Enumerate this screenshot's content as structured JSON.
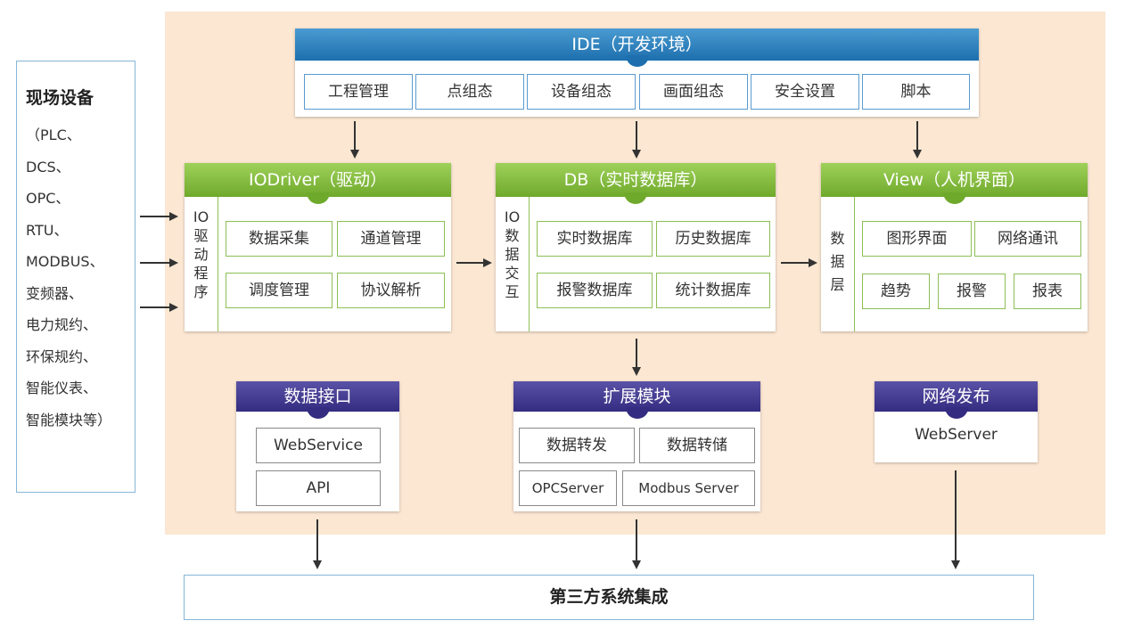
{
  "devices": {
    "title": "现场设备",
    "lines": [
      "（PLC、",
      "DCS、",
      "OPC、",
      "RTU、",
      "MODBUS、",
      "变频器、",
      "电力规约、",
      "环保规约、",
      "智能仪表、",
      "智能模块等）"
    ]
  },
  "ide": {
    "title": "IDE（开发环境）",
    "items": [
      "工程管理",
      "点组态",
      "设备组态",
      "画面组态",
      "安全设置",
      "脚本"
    ]
  },
  "iodriver": {
    "title": "IODriver（驱动）",
    "side": [
      "IO",
      "驱",
      "动",
      "程",
      "序"
    ],
    "cells": [
      "数据采集",
      "通道管理",
      "调度管理",
      "协议解析"
    ]
  },
  "db": {
    "title": "DB（实时数据库）",
    "side": [
      "IO",
      "数",
      "据",
      "交",
      "互"
    ],
    "cells": [
      "实时数据库",
      "历史数据库",
      "报警数据库",
      "统计数据库"
    ]
  },
  "view": {
    "title": "View（人机界面）",
    "side": [
      "数",
      "据",
      "层"
    ],
    "cells": [
      "图形界面",
      "网络通讯",
      "趋势",
      "报警",
      "报表"
    ]
  },
  "data_interface": {
    "title": "数据接口",
    "cells": [
      "WebService",
      "API"
    ]
  },
  "extension": {
    "title": "扩展模块",
    "cells": [
      "数据转发",
      "数据转储",
      "OPCServer",
      "Modbus Server"
    ]
  },
  "web_publish": {
    "title": "网络发布",
    "cells": [
      "WebServer"
    ]
  },
  "integration": {
    "label": "第三方系统集成"
  },
  "colors": {
    "panel": "#fbe7d2",
    "blue": "#1d6fae",
    "green": "#6fa92b",
    "purple": "#342c80"
  }
}
